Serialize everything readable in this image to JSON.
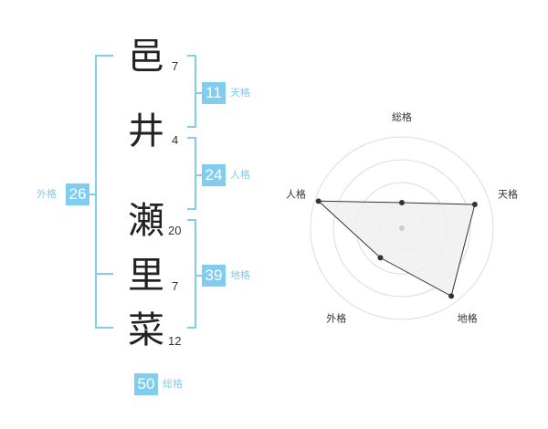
{
  "characters": [
    {
      "char": "邑",
      "strokes": "7"
    },
    {
      "char": "井",
      "strokes": "4"
    },
    {
      "char": "瀬",
      "strokes": "20"
    },
    {
      "char": "里",
      "strokes": "7"
    },
    {
      "char": "菜",
      "strokes": "12"
    }
  ],
  "fortunes": {
    "tenkaku": {
      "value": "11",
      "label": "天格"
    },
    "jinkaku": {
      "value": "24",
      "label": "人格"
    },
    "chikaku": {
      "value": "39",
      "label": "地格"
    },
    "gaikaku": {
      "value": "26",
      "label": "外格"
    },
    "soukaku": {
      "value": "50",
      "label": "総格"
    }
  },
  "chart_data": {
    "type": "radar",
    "axes": [
      "総格",
      "天格",
      "地格",
      "外格",
      "人格"
    ],
    "values": [
      1.4,
      4.2,
      4.6,
      2.0,
      4.8
    ],
    "range": [
      0,
      5
    ],
    "rings": 4,
    "colors": {
      "line": "#333333",
      "fill": "#f0f0f0",
      "grid": "#dddddd",
      "point": "#333333",
      "center": "#cccccc"
    }
  },
  "colors": {
    "accent": "#81cdf0"
  }
}
